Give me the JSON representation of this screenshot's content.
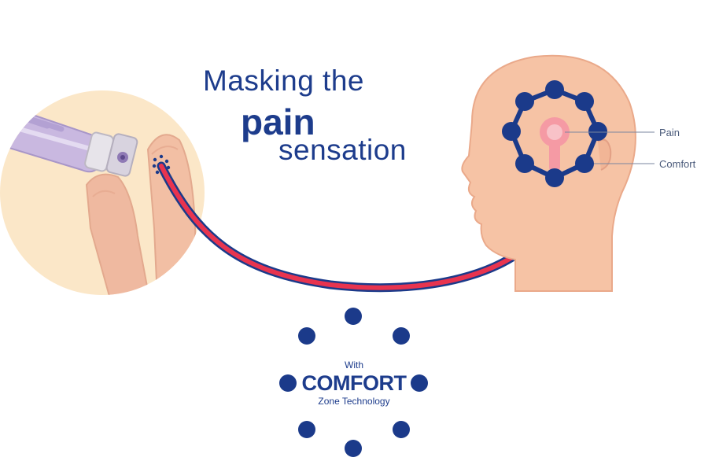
{
  "headline": {
    "line1": "Masking the",
    "line2": "pain",
    "line3": "sensation"
  },
  "labels": {
    "pain": "Pain",
    "comfort": "Comfort"
  },
  "badge": {
    "with": "With",
    "comfort": "COMFORT",
    "zone": "Zone Technology"
  },
  "colors": {
    "navy": "#1b3a8a",
    "nerve_red": "#e8344f",
    "skin": "#f3c1a2",
    "head_fill": "#f6c3a5",
    "circle_bg": "#fbe7c8",
    "device": "#c9b8e0",
    "pain_spot": "#f59aa4"
  },
  "icons": {
    "device": "applicator-device-icon",
    "head": "head-profile-icon",
    "finger": "fingertip-icon"
  }
}
